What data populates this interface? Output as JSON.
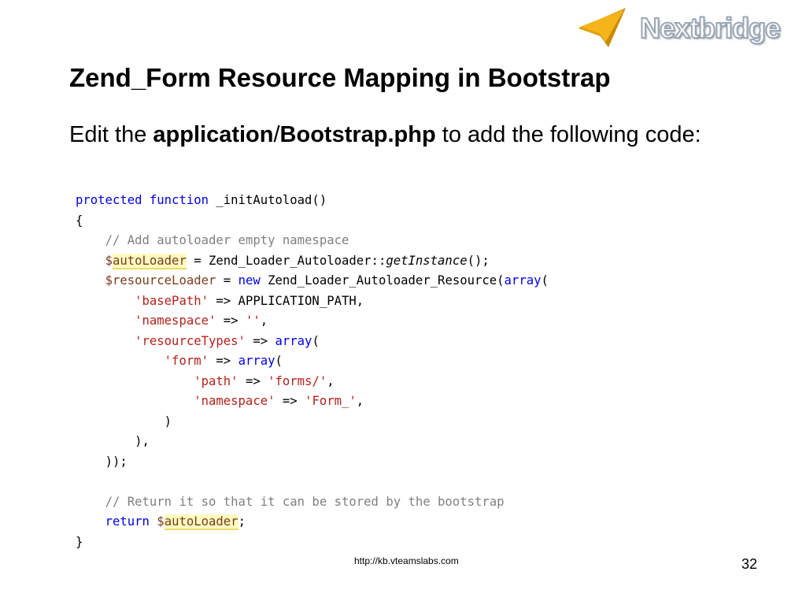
{
  "logo": {
    "text": "Nextbridge",
    "colors": {
      "arrow": "#f5b41a",
      "arrow_dark": "#c98a05",
      "text_outline": "#9aa6b4"
    }
  },
  "slide": {
    "title": "Zend_Form Resource Mapping in Bootstrap",
    "subtitle": {
      "t1": "Edit the ",
      "b1": "application",
      "t2": "/",
      "b2": "Bootstrap.php",
      "t3": " to add the following code:"
    }
  },
  "code": {
    "l1_kw1": "protected",
    "l1_kw2": "function",
    "l1_rest": " _initAutoload()",
    "l2": "{",
    "l3_comment": "// Add autoloader empty namespace",
    "l4_dollar": "$",
    "l4_var": "autoLoader",
    "l4_rest1": " = Zend_Loader_Autoloader::",
    "l4_method": "getInstance",
    "l4_rest2": "();",
    "l5_dollar": "$",
    "l5_var": "resourceLoader",
    "l5_eq": " = ",
    "l5_kw": "new",
    "l5_cls": " Zend_Loader_Autoloader_Resource(",
    "l5_arr": "array",
    "l5_end": "(",
    "l6_str": "'basePath'",
    "l6_rest": " => APPLICATION_PATH,",
    "l7_str": "'namespace'",
    "l7_op": " => ",
    "l7_val": "''",
    "l7_end": ",",
    "l8_str": "'resourceTypes'",
    "l8_op": " => ",
    "l8_arr": "array",
    "l8_end": "(",
    "l9_str": "'form'",
    "l9_op": " => ",
    "l9_arr": "array",
    "l9_end": "(",
    "l10_str": "'path'",
    "l10_op": " => ",
    "l10_val": "'forms/'",
    "l10_end": ",",
    "l11_str": "'namespace'",
    "l11_op": " => ",
    "l11_val": "'Form_'",
    "l11_end": ",",
    "l12": ")",
    "l13": "),",
    "l14": "));",
    "l16_comment": "// Return it so that it can be stored by the bootstrap",
    "l17_kw": "return",
    "l17_dollar": " $",
    "l17_var": "autoLoader",
    "l17_end": ";",
    "l18": "}"
  },
  "footer": {
    "url": "http://kb.vteamslabs.com",
    "page_number": "32"
  }
}
